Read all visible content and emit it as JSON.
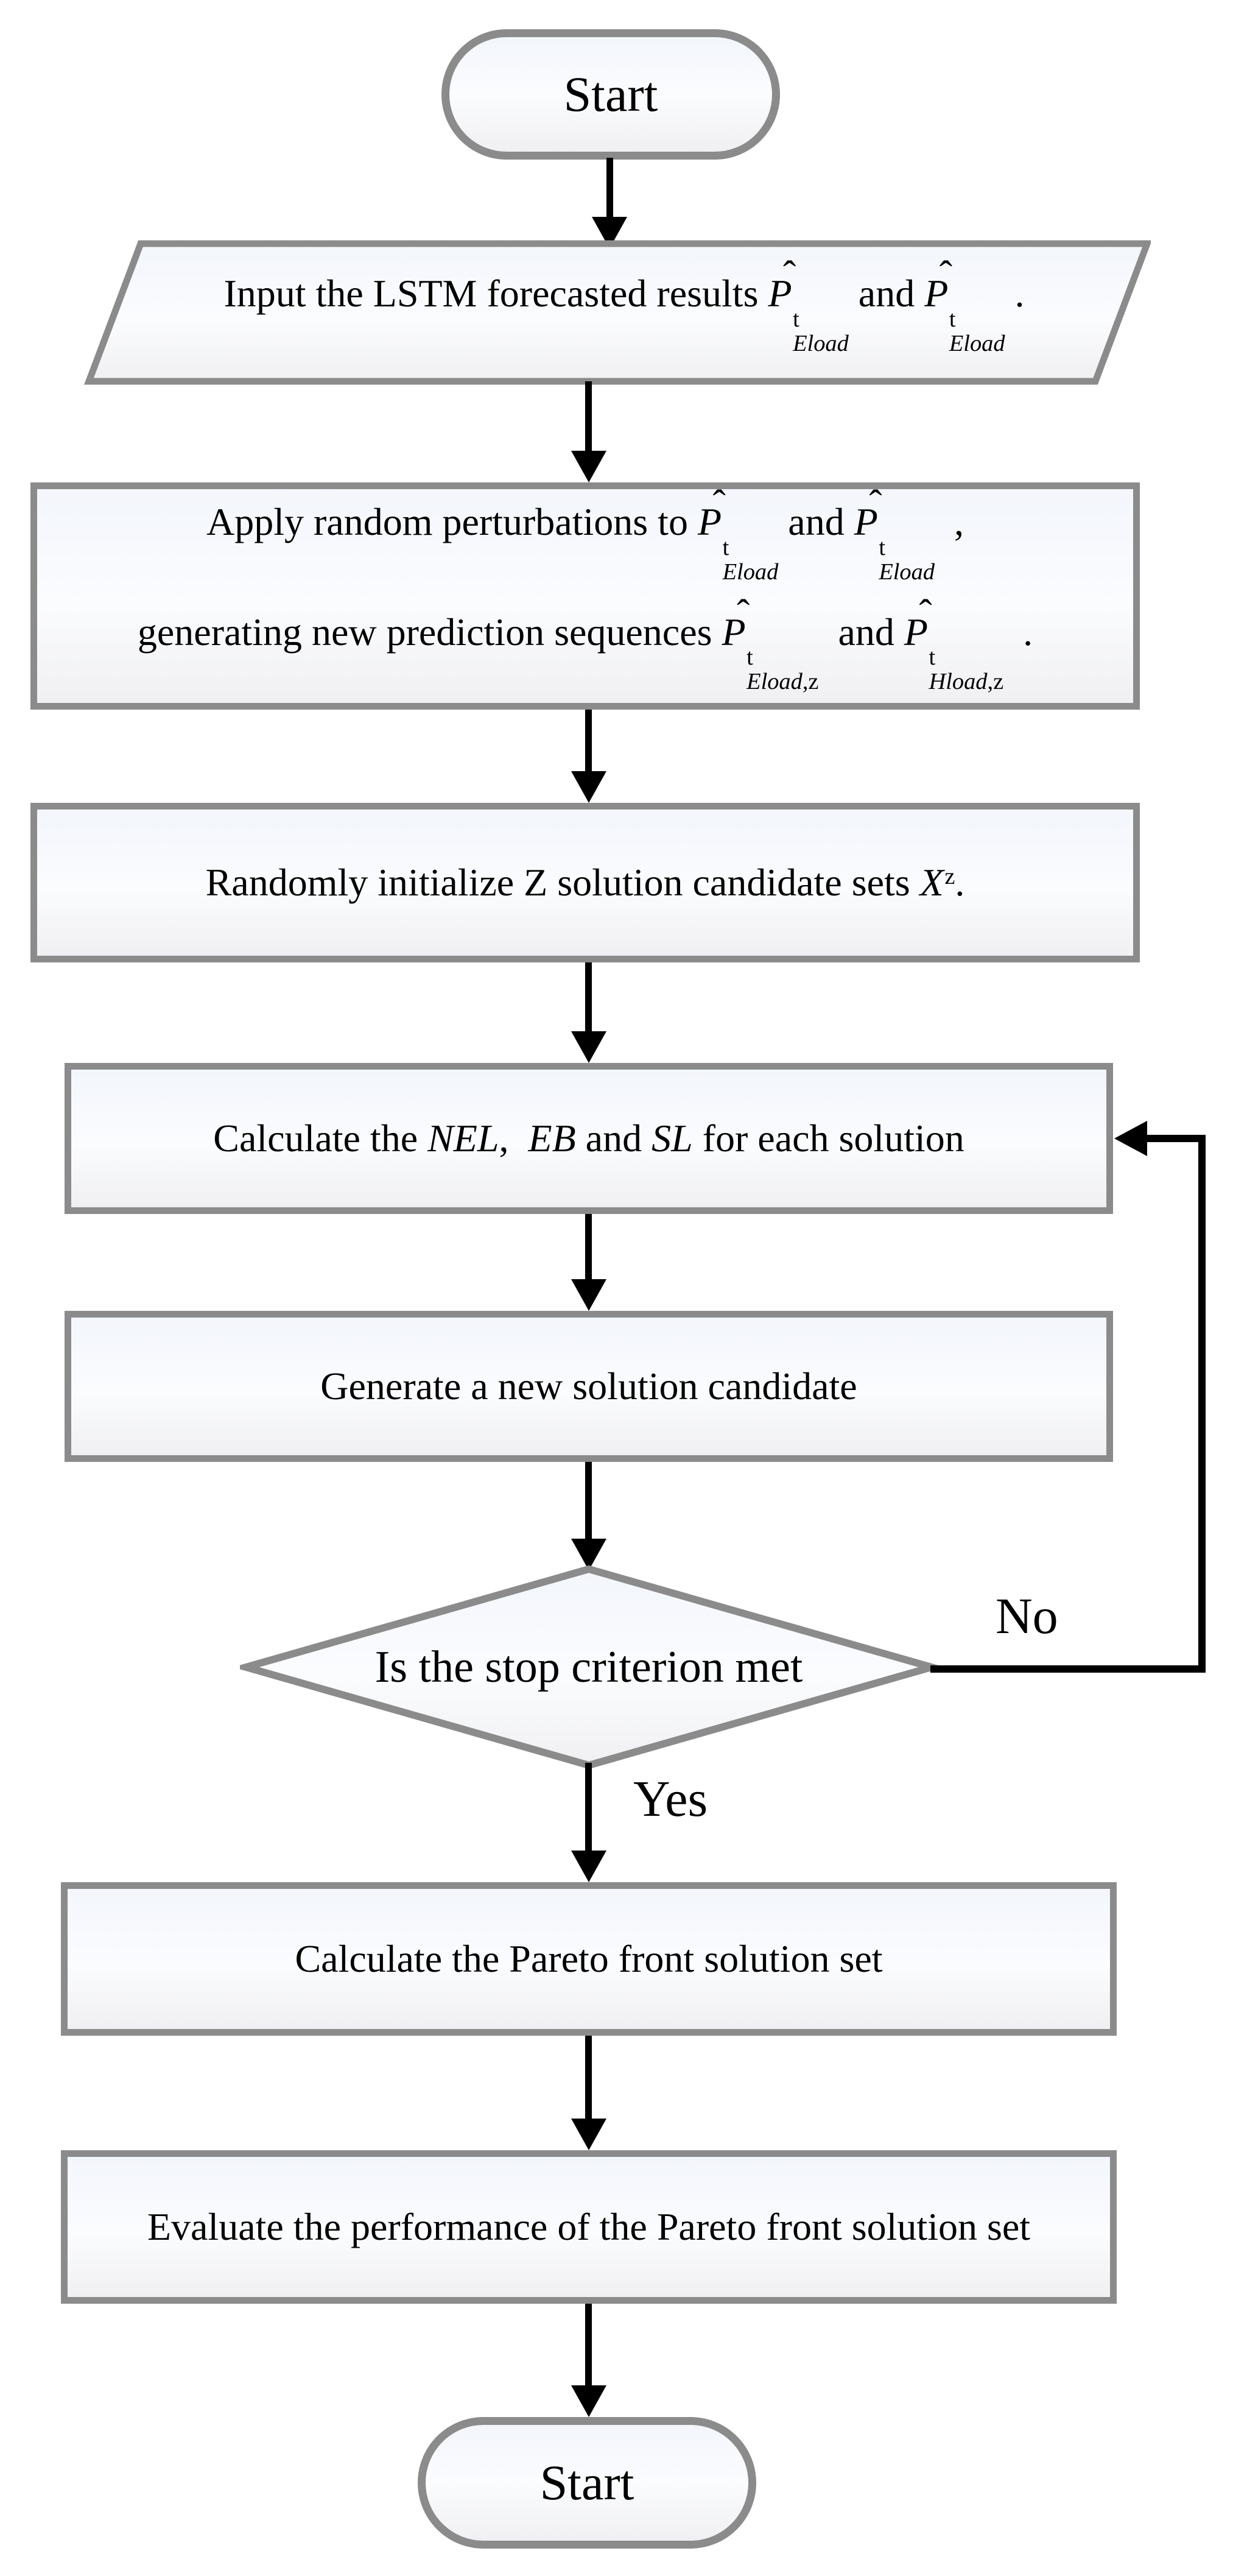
{
  "colors": {
    "border_color": "#8b8b8b",
    "line_color": "#000000",
    "fill_top": "#f3f6fc",
    "fill_mid": "#fbfcfe",
    "fill_bottom": "#f0f0f3",
    "text_color": "#000000",
    "bg_color": "#ffffff"
  },
  "nodes": {
    "start_top": {
      "type": "terminator",
      "label": "Start"
    },
    "input_io": {
      "type": "io",
      "lines": [
        [
          {
            "t": "Input the LSTM forecasted results "
          },
          {
            "f": {
              "base": "P",
              "hat": true,
              "sup": "t",
              "sub": "Eload"
            }
          },
          {
            "t": " and "
          },
          {
            "f": {
              "base": "P",
              "hat": true,
              "sup": "t",
              "sub": "Eload"
            }
          },
          {
            "t": " ."
          }
        ]
      ]
    },
    "perturb": {
      "type": "process",
      "lines": [
        [
          {
            "t": "Apply random perturbations to "
          },
          {
            "f": {
              "base": "P",
              "hat": true,
              "sup": "t",
              "sub": "Eload"
            }
          },
          {
            "t": " and "
          },
          {
            "f": {
              "base": "P",
              "hat": true,
              "sup": "t",
              "sub": "Eload"
            }
          },
          {
            "t": "  ,"
          }
        ],
        [
          {
            "t": "generating new prediction sequences "
          },
          {
            "f": {
              "base": "P",
              "hat": true,
              "sup": "t",
              "sub": "Eload",
              "tail": ",z"
            }
          },
          {
            "t": "  and "
          },
          {
            "f": {
              "base": "P",
              "hat": true,
              "sup": "t",
              "sub": "Hload",
              "tail": ",z"
            }
          },
          {
            "t": "  ."
          }
        ]
      ]
    },
    "init": {
      "type": "process",
      "lines": [
        [
          {
            "t": "Randomly initialize Z solution candidate sets "
          },
          {
            "f": {
              "base": "X",
              "sup": "z"
            }
          },
          {
            "t": "."
          }
        ]
      ]
    },
    "calc": {
      "type": "process",
      "lines": [
        [
          {
            "t": "Calculate the "
          },
          {
            "t": "NEL",
            "it": true
          },
          {
            "t": ",  "
          },
          {
            "t": "EB",
            "it": true
          },
          {
            "t": " and "
          },
          {
            "t": "SL",
            "it": true
          },
          {
            "t": " for each solution"
          }
        ]
      ]
    },
    "generate": {
      "type": "process",
      "lines": [
        [
          {
            "t": "Generate a new solution candidate"
          }
        ]
      ]
    },
    "decision": {
      "type": "decision",
      "label": "Is the stop criterion met"
    },
    "pareto": {
      "type": "process",
      "lines": [
        [
          {
            "t": "Calculate the Pareto front solution set"
          }
        ]
      ]
    },
    "evaluate": {
      "type": "process",
      "lines": [
        [
          {
            "t": "Evaluate the performance of the Pareto front solution set"
          }
        ]
      ]
    },
    "start_bottom": {
      "type": "terminator",
      "label": "Start"
    }
  },
  "edge_labels": {
    "no": "No",
    "yes": "Yes"
  },
  "icons": {
    "hat": "ˆ"
  }
}
